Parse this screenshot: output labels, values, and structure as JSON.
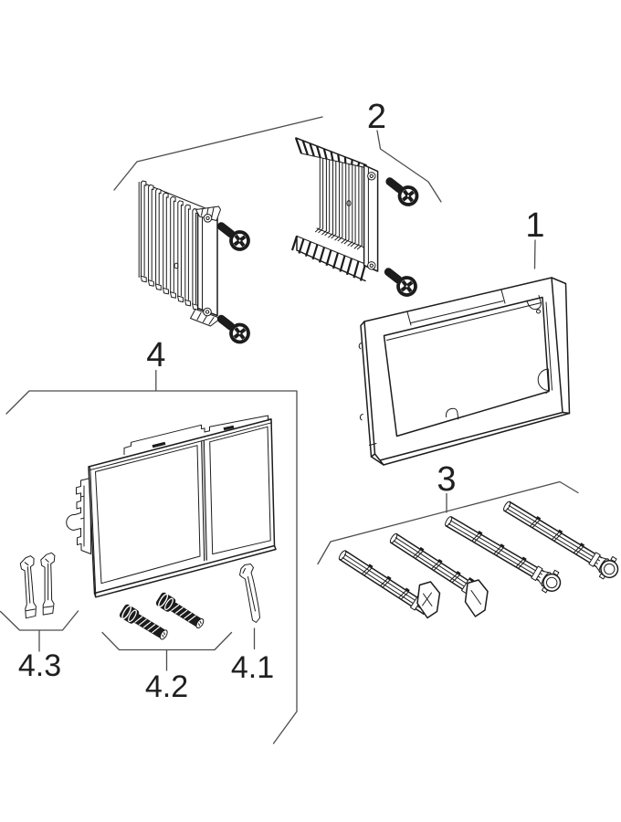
{
  "diagram": {
    "type": "exploded-parts-diagram",
    "background": "#ffffff"
  },
  "colors": {
    "line": "#1c1c1c",
    "leader": "#4d4d4d",
    "label": "#1f1f1f",
    "shade": "#c9c9c9",
    "white": "#ffffff"
  },
  "callouts": {
    "part1": "1",
    "part2": "2",
    "part3": "3",
    "part4": "4",
    "part4_1": "4.1",
    "part4_2": "4.2",
    "part4_3": "4.3"
  }
}
